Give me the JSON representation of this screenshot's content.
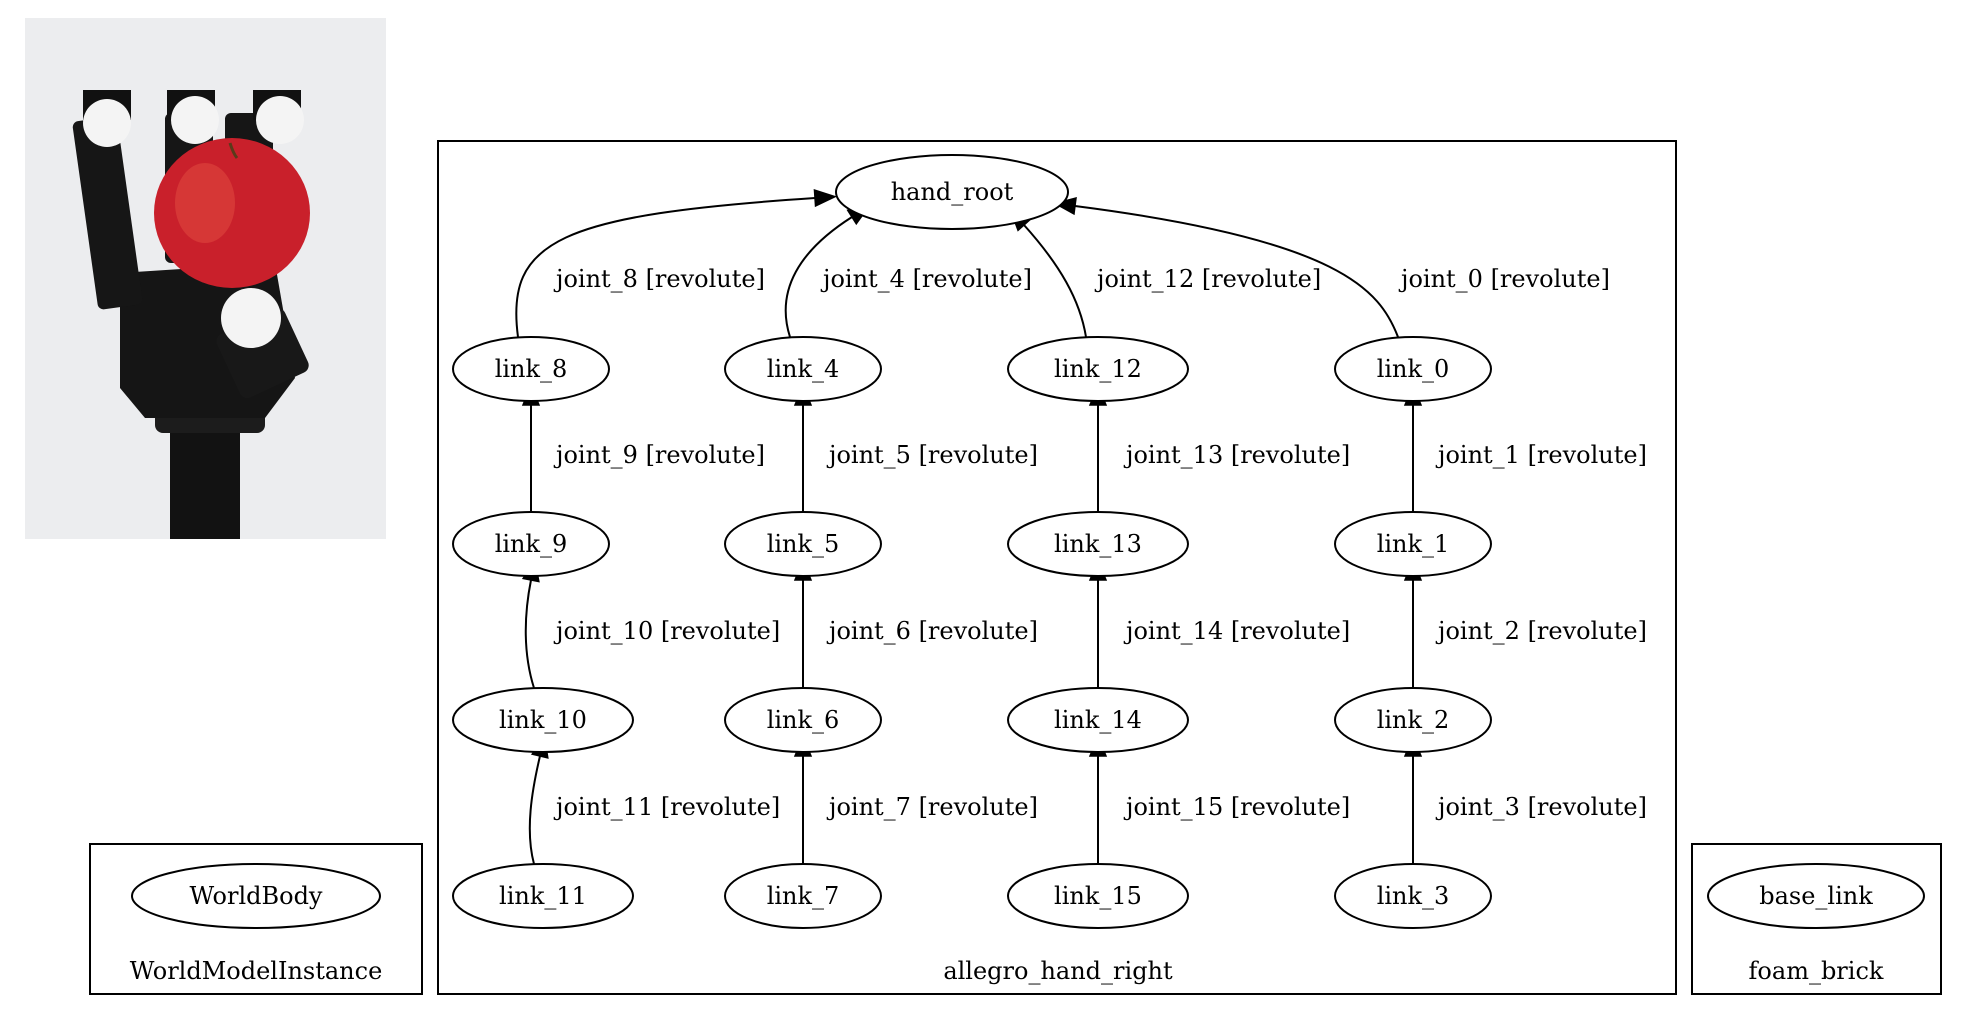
{
  "photo": {
    "subject": "robot-hand-holding-apple",
    "colors": {
      "background": "#ecedef",
      "hand": "#121212",
      "fingertip": "#f4f4f4",
      "apple": "#c9202b"
    }
  },
  "clusters": [
    {
      "id": "world",
      "label": "WorldModelInstance"
    },
    {
      "id": "hand",
      "label": "allegro_hand_right"
    },
    {
      "id": "brick",
      "label": "foam_brick"
    }
  ],
  "nodes": [
    {
      "id": "WorldBody",
      "label": "WorldBody",
      "cluster": "world"
    },
    {
      "id": "hand_root",
      "label": "hand_root",
      "cluster": "hand"
    },
    {
      "id": "link_8",
      "label": "link_8",
      "cluster": "hand"
    },
    {
      "id": "link_4",
      "label": "link_4",
      "cluster": "hand"
    },
    {
      "id": "link_12",
      "label": "link_12",
      "cluster": "hand"
    },
    {
      "id": "link_0",
      "label": "link_0",
      "cluster": "hand"
    },
    {
      "id": "link_9",
      "label": "link_9",
      "cluster": "hand"
    },
    {
      "id": "link_5",
      "label": "link_5",
      "cluster": "hand"
    },
    {
      "id": "link_13",
      "label": "link_13",
      "cluster": "hand"
    },
    {
      "id": "link_1",
      "label": "link_1",
      "cluster": "hand"
    },
    {
      "id": "link_10",
      "label": "link_10",
      "cluster": "hand"
    },
    {
      "id": "link_6",
      "label": "link_6",
      "cluster": "hand"
    },
    {
      "id": "link_14",
      "label": "link_14",
      "cluster": "hand"
    },
    {
      "id": "link_2",
      "label": "link_2",
      "cluster": "hand"
    },
    {
      "id": "link_11",
      "label": "link_11",
      "cluster": "hand"
    },
    {
      "id": "link_7",
      "label": "link_7",
      "cluster": "hand"
    },
    {
      "id": "link_15",
      "label": "link_15",
      "cluster": "hand"
    },
    {
      "id": "link_3",
      "label": "link_3",
      "cluster": "hand"
    },
    {
      "id": "base_link",
      "label": "base_link",
      "cluster": "brick"
    }
  ],
  "edges": [
    {
      "from": "link_8",
      "to": "hand_root",
      "label": "joint_8 [revolute]"
    },
    {
      "from": "link_4",
      "to": "hand_root",
      "label": "joint_4 [revolute]"
    },
    {
      "from": "link_12",
      "to": "hand_root",
      "label": "joint_12 [revolute]"
    },
    {
      "from": "link_0",
      "to": "hand_root",
      "label": "joint_0 [revolute]"
    },
    {
      "from": "link_9",
      "to": "link_8",
      "label": "joint_9 [revolute]"
    },
    {
      "from": "link_5",
      "to": "link_4",
      "label": "joint_5 [revolute]"
    },
    {
      "from": "link_13",
      "to": "link_12",
      "label": "joint_13 [revolute]"
    },
    {
      "from": "link_1",
      "to": "link_0",
      "label": "joint_1 [revolute]"
    },
    {
      "from": "link_10",
      "to": "link_9",
      "label": "joint_10 [revolute]"
    },
    {
      "from": "link_6",
      "to": "link_5",
      "label": "joint_6 [revolute]"
    },
    {
      "from": "link_14",
      "to": "link_13",
      "label": "joint_14 [revolute]"
    },
    {
      "from": "link_2",
      "to": "link_1",
      "label": "joint_2 [revolute]"
    },
    {
      "from": "link_11",
      "to": "link_10",
      "label": "joint_11 [revolute]"
    },
    {
      "from": "link_7",
      "to": "link_6",
      "label": "joint_7 [revolute]"
    },
    {
      "from": "link_15",
      "to": "link_14",
      "label": "joint_15 [revolute]"
    },
    {
      "from": "link_3",
      "to": "link_2",
      "label": "joint_3 [revolute]"
    }
  ]
}
